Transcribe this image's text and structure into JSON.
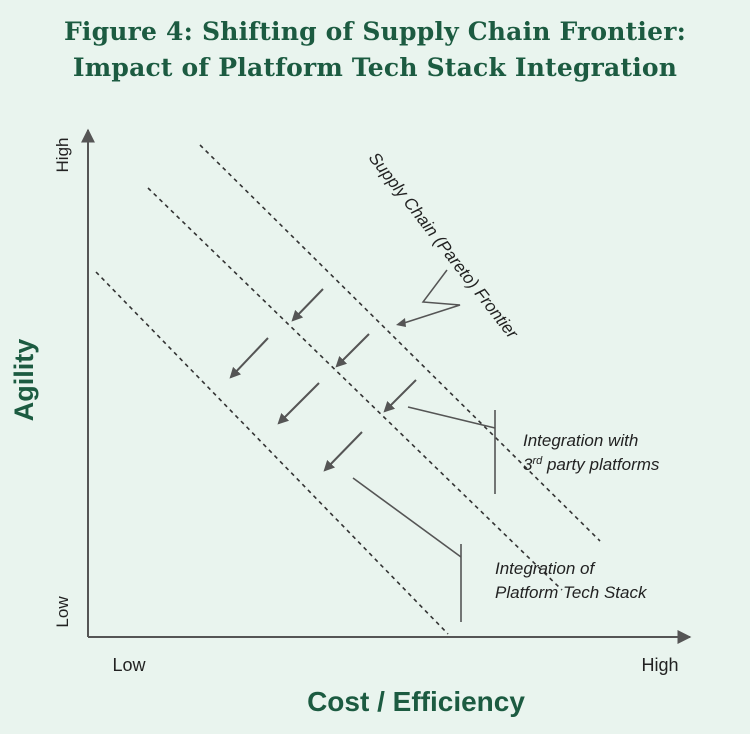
{
  "title": {
    "line1": "Figure 4: Shifting of Supply Chain Frontier:",
    "line2": "Impact of Platform Tech Stack Integration"
  },
  "axes": {
    "y_label": "Agility",
    "x_label": "Cost / Efficiency",
    "y_high": "High",
    "y_low": "Low",
    "x_low": "Low",
    "x_high": "High"
  },
  "annotations": {
    "frontier": "Supply Chain (Pareto) Frontier",
    "third_party_line1": "Integration with",
    "third_party_line2_pre": "3",
    "third_party_line2_sup": "rd",
    "third_party_line2_post": " party platforms",
    "tech_stack_line1": "Integration of",
    "tech_stack_line2": "Platform Tech Stack"
  },
  "colors": {
    "title": "#1c5b41",
    "axis_label": "#1c5b41",
    "lines": "#4a4a4a",
    "background": "#e9f4ee"
  }
}
